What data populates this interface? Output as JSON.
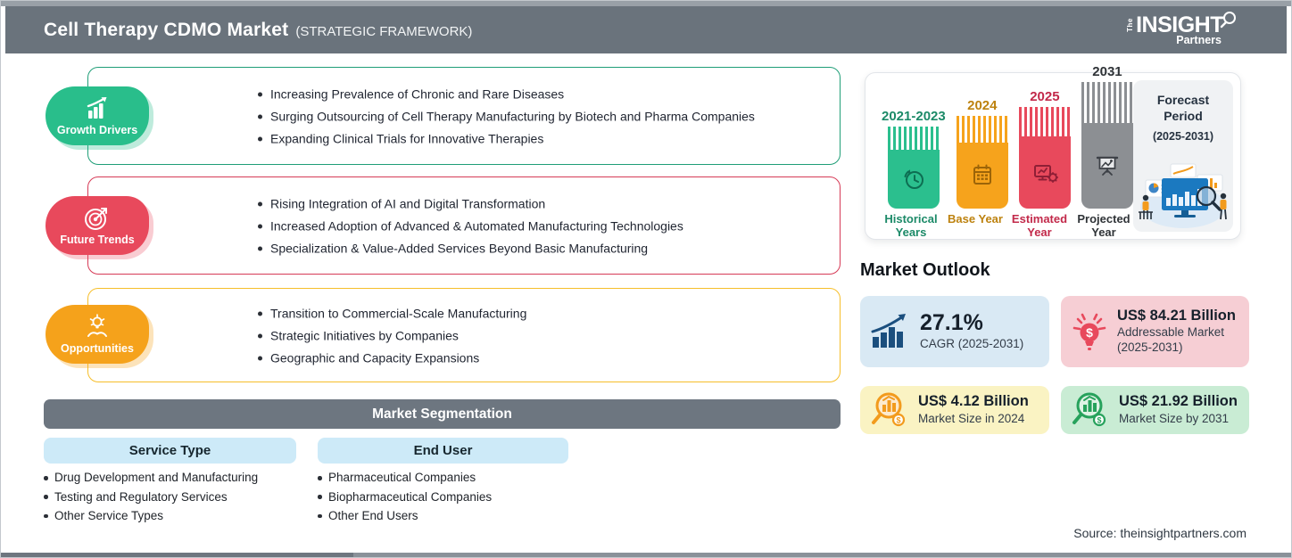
{
  "header": {
    "title": "Cell Therapy CDMO Market",
    "subtitle": "(STRATEGIC FRAMEWORK)",
    "logo": {
      "the": "The",
      "insight": "INSIGHT",
      "partners": "Partners"
    },
    "bar_color": "#6a737c"
  },
  "sections": [
    {
      "label": "Growth Drivers",
      "icon": "growth-chart-icon",
      "badge_color": "#29be8b",
      "border_color": "#1f9e77",
      "bullets": [
        "Increasing Prevalence of Chronic and Rare Diseases",
        "Surging Outsourcing of Cell Therapy Manufacturing by Biotech and Pharma Companies",
        "Expanding Clinical Trials for Innovative Therapies"
      ]
    },
    {
      "label": "Future Trends",
      "icon": "target-icon",
      "badge_color": "#e8495c",
      "border_color": "#d63a56",
      "bullets": [
        "Rising Integration of AI and Digital Transformation",
        "Increased Adoption of Advanced & Automated Manufacturing Technologies",
        "Specialization & Value-Added Services Beyond Basic Manufacturing"
      ]
    },
    {
      "label": "Opportunities",
      "icon": "bulb-hand-icon",
      "badge_color": "#f5a21b",
      "border_color": "#f6be2a",
      "bullets": [
        "Transition to Commercial-Scale Manufacturing",
        "Strategic Initiatives by Companies",
        "Geographic and Capacity Expansions"
      ]
    }
  ],
  "segmentation": {
    "title": "Market Segmentation",
    "columns": [
      {
        "header": "Service Type",
        "items": [
          "Drug Development and Manufacturing",
          "Testing and Regulatory Services",
          "Other Service Types"
        ]
      },
      {
        "header": "End User",
        "items": [
          "Pharmaceutical Companies",
          "Biopharmaceutical Companies",
          "Other End Users"
        ]
      }
    ]
  },
  "timeline": {
    "bars": [
      {
        "year": "2021-2023",
        "label": "Historical Years",
        "color": "#2bbf8e",
        "icon": "history-clock-icon"
      },
      {
        "year": "2024",
        "label": "Base Year",
        "color": "#f6a31c",
        "icon": "calendar-icon"
      },
      {
        "year": "2025",
        "label": "Estimated Year",
        "color": "#e8495c",
        "icon": "monitor-gear-icon"
      },
      {
        "year": "2031",
        "label": "Projected Year",
        "color": "#8c8f93",
        "icon": "projection-screen-icon"
      }
    ],
    "forecast": {
      "title": "Forecast Period",
      "range": "(2025-2031)"
    }
  },
  "outlook": {
    "title": "Market Outlook",
    "cards": [
      {
        "value": "27.1%",
        "label": "CAGR (2025-2031)",
        "bg": "#d9e9f4",
        "icon": "growth-bars-arrow-icon"
      },
      {
        "value": "US$ 84.21 Billion",
        "label": "Addressable Market (2025-2031)",
        "bg": "#f6ced4",
        "icon": "dollar-bulb-icon"
      },
      {
        "value": "US$ 4.12 Billion",
        "label": "Market Size in 2024",
        "bg": "#faf3c3",
        "icon": "magnifier-chart-orange-icon"
      },
      {
        "value": "US$ 21.92 Billion",
        "label": "Market Size by 2031",
        "bg": "#c9ecd4",
        "icon": "magnifier-chart-green-icon"
      }
    ]
  },
  "source": "Source: theinsightpartners.com"
}
